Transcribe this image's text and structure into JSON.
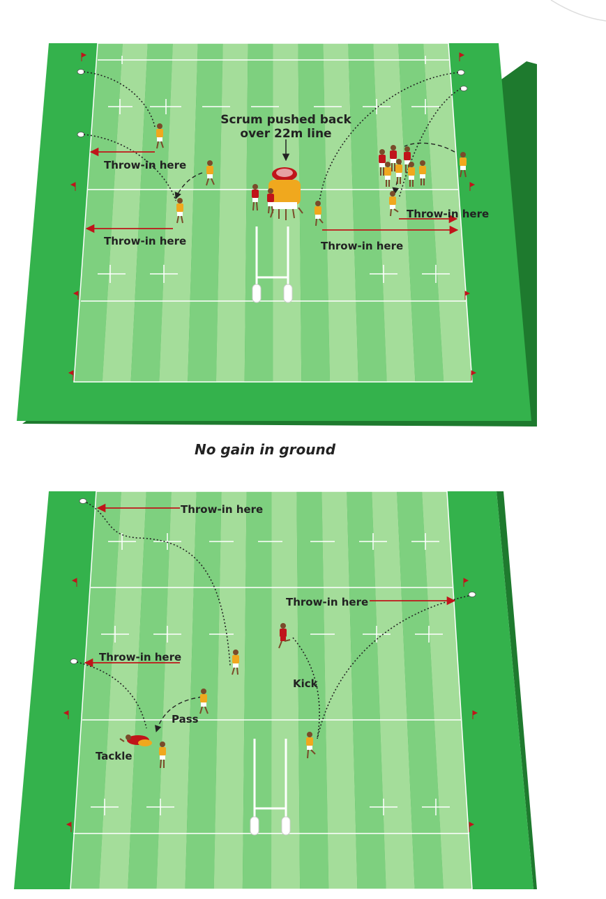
{
  "colors": {
    "grass_dark": "#34b24c",
    "grass_darker": "#1e7a2e",
    "stripe_a": "#7ed07f",
    "stripe_b": "#a4dd9a",
    "line": "#ffffff",
    "arrow": "#c0141a",
    "attack": "#f0a81e",
    "defence": "#c0141a"
  },
  "caption": "No gain in ground",
  "top_diagram": {
    "scrum_label_1": "Scrum pushed back",
    "scrum_label_2": "over 22m line",
    "throw_in_1": "Throw-in here",
    "throw_in_2": "Throw-in here",
    "throw_in_3": "Throw-in here",
    "throw_in_4": "Throw-in here"
  },
  "bottom_diagram": {
    "throw_in_1": "Throw-in here",
    "throw_in_2": "Throw-in here",
    "throw_in_3": "Throw-in here",
    "kick_label": "Kick",
    "pass_label": "Pass",
    "tackle_label": "Tackle"
  }
}
